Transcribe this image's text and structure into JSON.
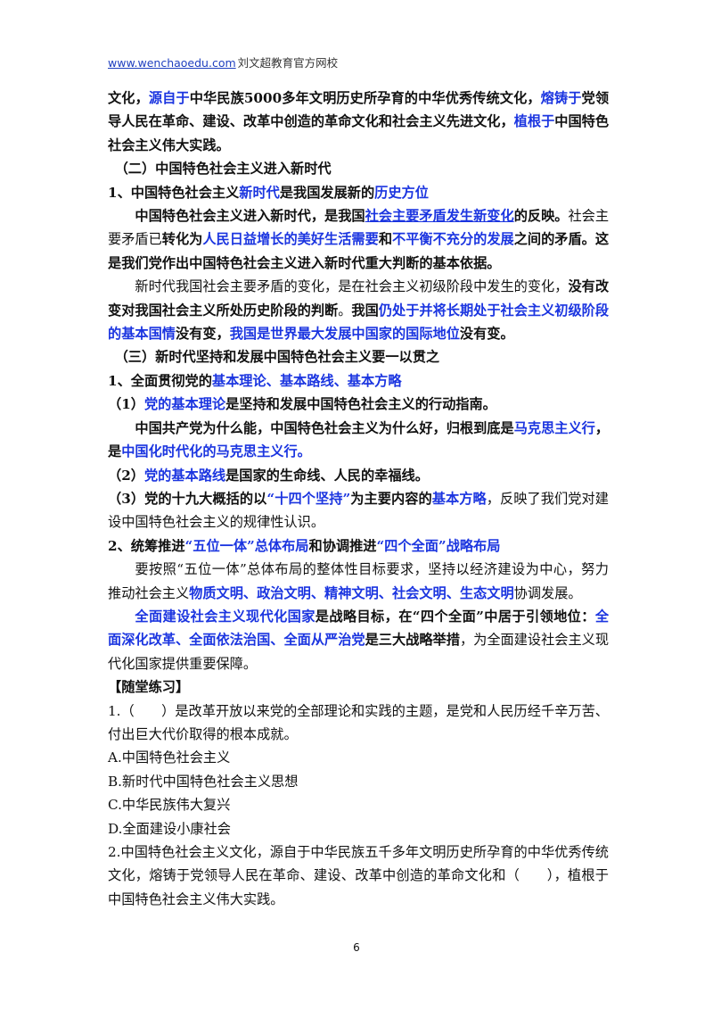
{
  "header": {
    "link": "www.wenchaoedu.com",
    "site": "刘文超教育官方网校"
  },
  "p1": {
    "a": "文化，",
    "b": "源自于",
    "c": "中华民族5000多年文明历史所孕育的中华优秀传统文化，",
    "d": "熔铸于",
    "e": "党领导人民在革命、建设、改革中创造的革命文化和社会主义先进文化，",
    "f": "植根于",
    "g": "中国特色社会主义伟大实践。"
  },
  "h2": "（二）中国特色社会主义进入新时代",
  "s1": {
    "a": "1、中国特色社会主义",
    "b": "新时代",
    "c": "是我国发展新的",
    "d": "历史方位"
  },
  "p2": {
    "a": "中国特色社会主义进入新时代，是我国",
    "b": "社会主要矛盾发生新变化",
    "c": "的反映。",
    "d": "社会主要矛盾已",
    "e": "转化为",
    "f": "人民日益增长的美好生活需要",
    "g": "和",
    "h": "不平衡不充分的发展",
    "i": "之间的矛盾。",
    "j": "这是我们党作出中国特色社会主义进入新时代重大判断的基本依据。"
  },
  "p3": {
    "a": "新时代我国社会主要矛盾的变化，是在社会主义初级阶段中发生的变化，",
    "b": "没有改变对我国社会主义所处历史阶段的判断",
    "c": "。",
    "d": "我国",
    "e": "仍处于并将长期处于社会主义初级阶段的基本国情",
    "f": "没有变，",
    "g": "我国是世界最大发展中国家的国际地位",
    "h": "没有变。"
  },
  "h3": "（三）新时代坚持和发展中国特色社会主义要一以贯之",
  "s2": {
    "a": "1、全面贯彻党的",
    "b": "基本理论、基本路线、基本方略"
  },
  "i1": {
    "a": "（1）",
    "b": "党的基本理论",
    "c": "是坚持和发展中国特色社会主义的行动指南。"
  },
  "p4": {
    "a": "中国共产党为什么能，中国特色社会主义为什么好，归根到底是",
    "b": "马克思主义行",
    "c": "，是",
    "d": "中国化时代化的马克思主义行。"
  },
  "i2": {
    "a": "（2）",
    "b": "党的基本路线",
    "c": "是国家的生命线、人民的幸福线。"
  },
  "i3": {
    "a": "（3）党的十九大概括的以",
    "b": "“十四个坚持”",
    "c": "为主要内容的",
    "d": "基本方略",
    "e": "，反映了我们党对建设中国特色社会主义的规律性认识。"
  },
  "s3": {
    "a": "2、统筹推进",
    "b": "“五位一体”总体布局",
    "c": "和协调推进",
    "d": "“四个全面”战略布局"
  },
  "p5": {
    "a": "要按照“五位一体”总体布局的整体性目标要求，坚持以经济建设为中心，努力推动社会主义",
    "b": "物质文明、政治文明、精神文明、社会文明、生态文明",
    "c": "协调发展。"
  },
  "p6": {
    "a": "全面建设社会主义现代化国家",
    "b": "是战略目标，在“四个全面”中居于引领地位：",
    "c": "全面深化改革、全面依法治国、全面从严治党",
    "d": "是三大战略举措",
    "e": "，为全面建设社会主义现代化国家提供重要保障。"
  },
  "practice_title": "【随堂练习】",
  "q1": {
    "stem": "1.（　　）是改革开放以来党的全部理论和实践的主题，是党和人民历经千辛万苦、付出巨大代价取得的根本成就。",
    "options": [
      "A.中国特色社会主义",
      "B.新时代中国特色社会主义思想",
      "C.中华民族伟大复兴",
      "D.全面建设小康社会"
    ]
  },
  "q2": {
    "stem": "2.中国特色社会主义文化，源自于中华民族五千多年文明历史所孕育的中华优秀传统文化，熔铸于党领导人民在革命、建设、改革中创造的革命文化和（　　），植根于中国特色社会主义伟大实践。"
  },
  "footer": {
    "page": "6"
  }
}
